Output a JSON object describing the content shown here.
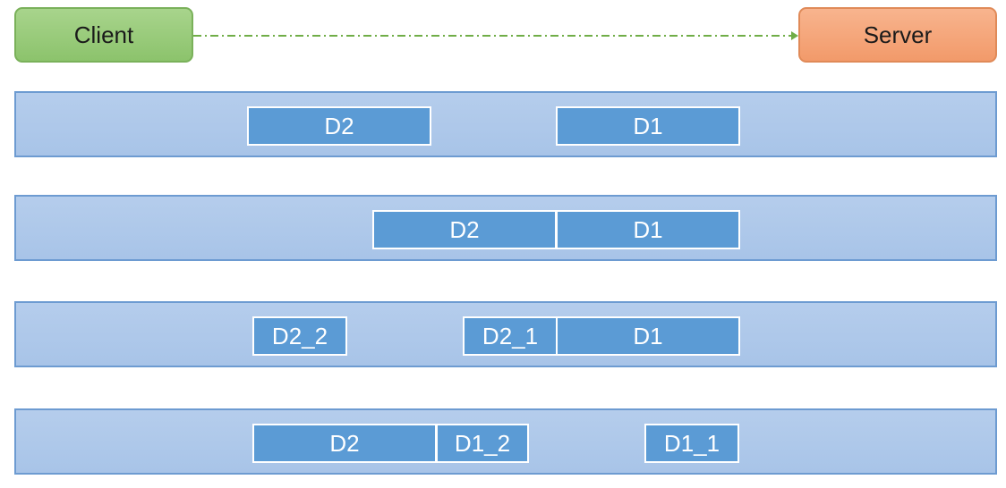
{
  "endpoints": {
    "client": "Client",
    "server": "Server"
  },
  "lanes": [
    {
      "segments": [
        "D2",
        "D1"
      ]
    },
    {
      "segments": [
        "D2",
        "D1"
      ]
    },
    {
      "segments": [
        "D2_2",
        "D2_1",
        "D1"
      ]
    },
    {
      "segments": [
        "D2",
        "D1_2",
        "D1_1"
      ]
    }
  ],
  "colors": {
    "client": "#8cc36c",
    "server": "#f29a6a",
    "lane": "#a8c4e8",
    "segment": "#5b9bd5",
    "link": "#70ad47"
  }
}
